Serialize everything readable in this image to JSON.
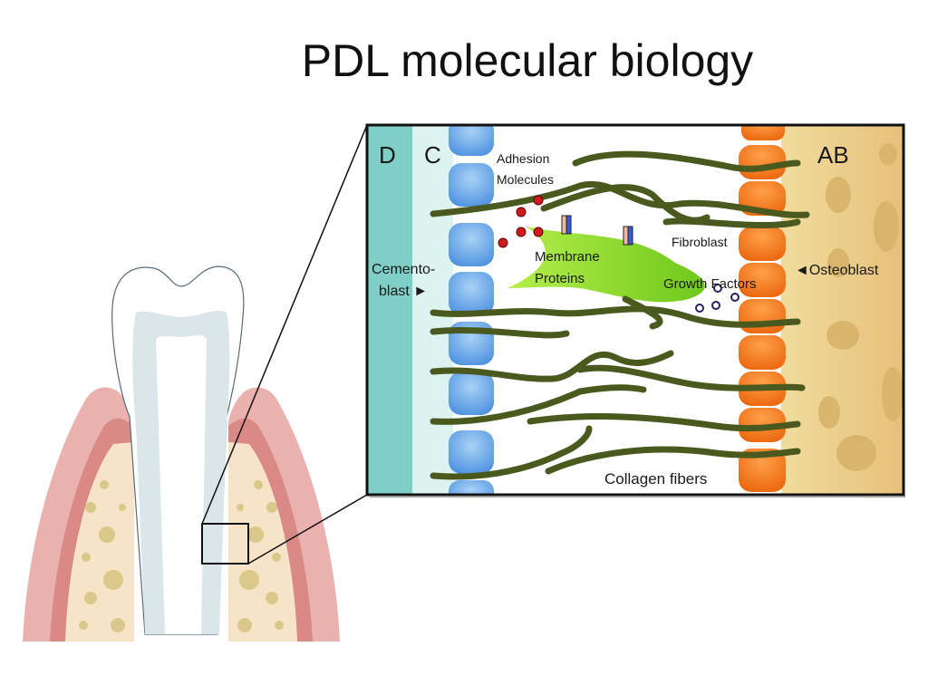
{
  "title": "PDL molecular biology",
  "inset": {
    "region_labels": {
      "dentin": "D",
      "cementum": "C",
      "alveolar_bone": "AB"
    },
    "labels": {
      "adhesion_line1": "Adhesion",
      "adhesion_line2": "Molecules",
      "membrane_line1": "Membrane",
      "membrane_line2": "Proteins",
      "fibroblast": "Fibroblast",
      "growth_factors": "Growth Factors",
      "osteoblast": "◄Osteoblast",
      "cementoblast_line1": "Cemento-",
      "cementoblast_line2": "blast ►",
      "collagen": "Collagen fibers"
    }
  },
  "colors": {
    "dentin": "#7fcfc8",
    "cementum": "#d9f2ef",
    "cementoblast": "#5b9ee8",
    "osteoblast": "#f27a1a",
    "bone": "#efd59a",
    "collagen": "#4a5a1e",
    "fibroblast": "#8fdc2a",
    "adhesion": "#d11a1a",
    "gum": "#e8a3a0",
    "gum_dark": "#d88583"
  }
}
